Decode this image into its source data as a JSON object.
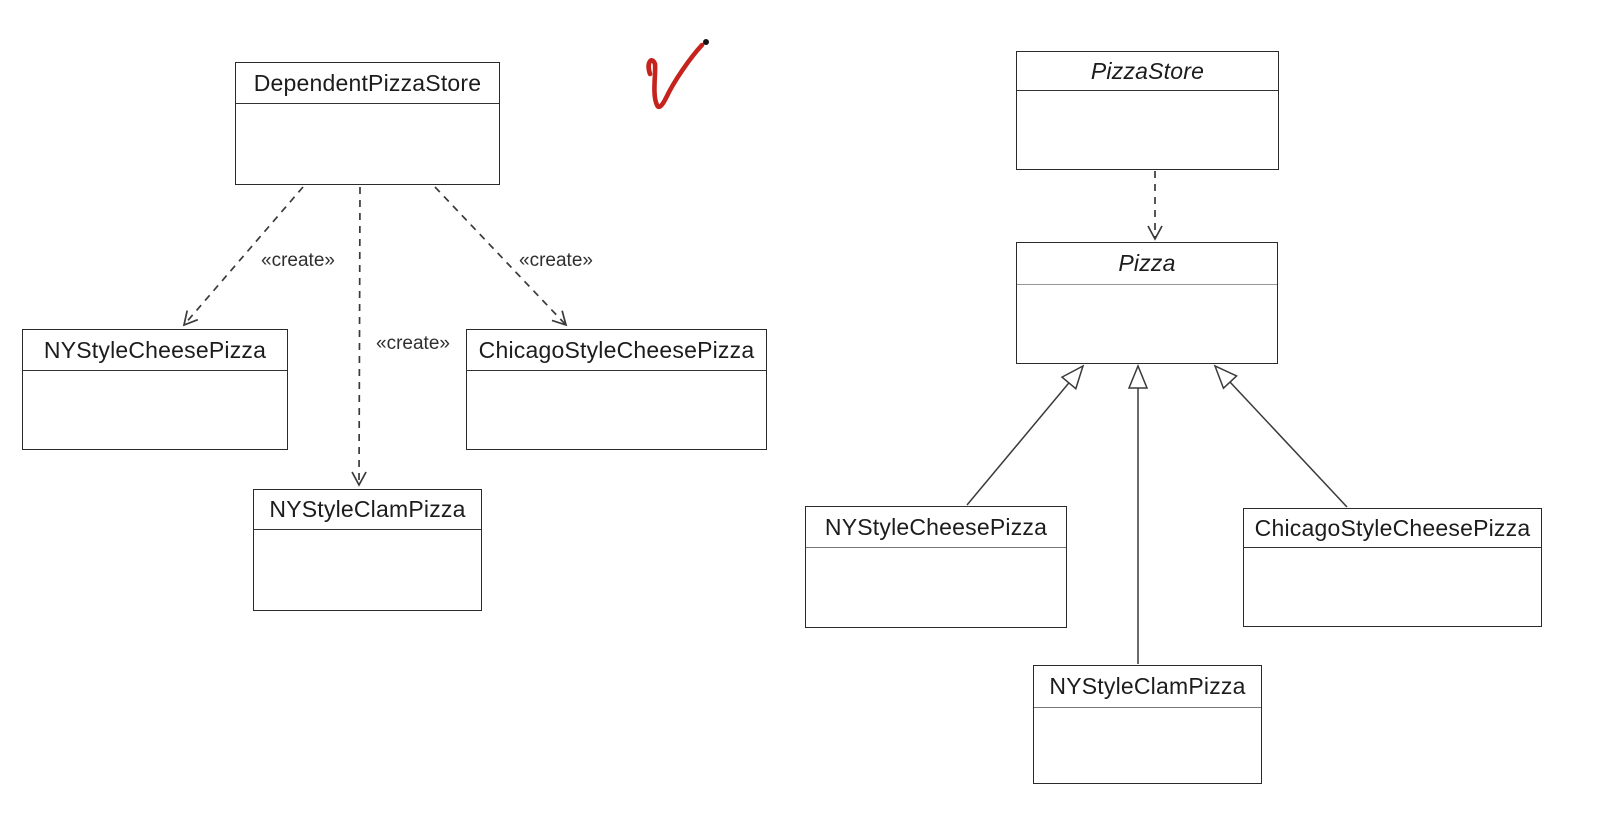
{
  "left_diagram": {
    "dependent_store": "DependentPizzaStore",
    "ny_cheese": "NYStyleCheesePizza",
    "chicago_cheese": "ChicagoStyleCheesePizza",
    "ny_clam": "NYStyleClamPizza",
    "create_label_left": "«create»",
    "create_label_middle": "«create»",
    "create_label_right": "«create»"
  },
  "right_diagram": {
    "pizza_store": "PizzaStore",
    "pizza": "Pizza",
    "ny_cheese": "NYStyleCheesePizza",
    "ny_clam": "NYStyleClamPizza",
    "chicago_cheese": "ChicagoStyleCheesePizza"
  },
  "colors": {
    "line": "#3a3a3a",
    "box_border": "#2b2b2b",
    "text": "#1c1c1c",
    "annotation_red": "#c5231d",
    "background": "#ffffff"
  }
}
